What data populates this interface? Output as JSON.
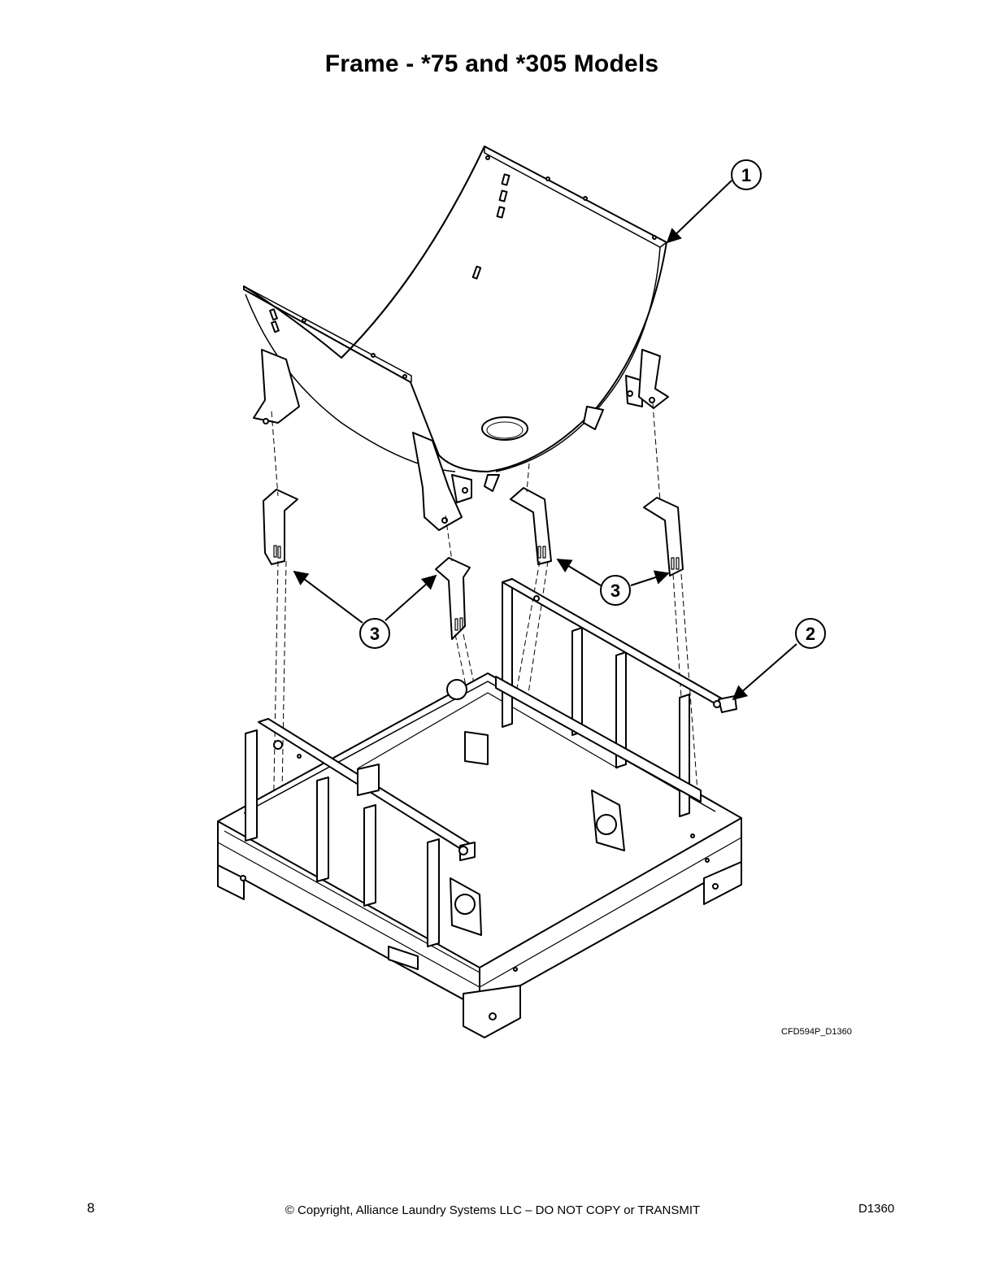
{
  "page": {
    "title": "Frame - *75 and *305 Models",
    "drawing_code": "CFD594P_D1360",
    "footer": {
      "page_number": "8",
      "copyright": "© Copyright, Alliance Laundry Systems LLC – DO NOT COPY or TRANSMIT",
      "doc_number": "D1360"
    }
  },
  "callouts": [
    {
      "id": "1"
    },
    {
      "id": "2"
    },
    {
      "id": "3"
    },
    {
      "id": "3"
    }
  ],
  "colors": {
    "line": "#000000",
    "paper": "#ffffff",
    "shade": "#f2f2f2"
  }
}
